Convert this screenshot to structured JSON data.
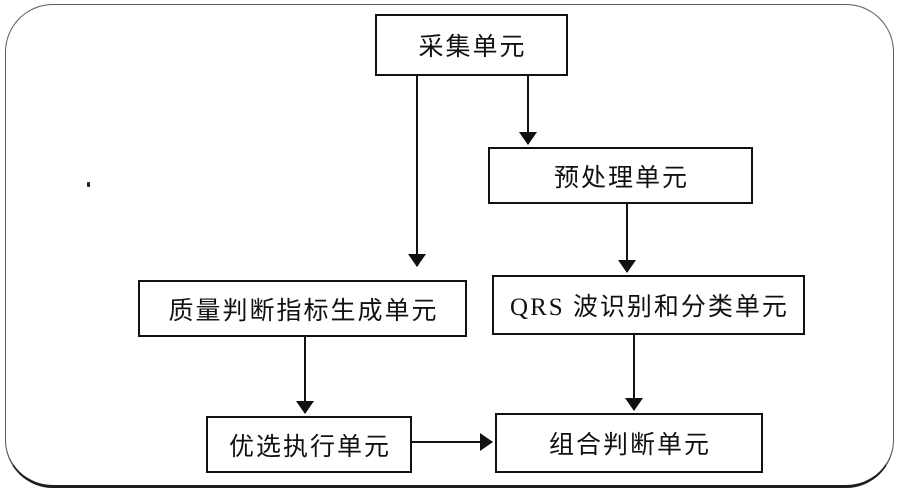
{
  "diagram": {
    "type": "flowchart",
    "background_color": "#ffffff",
    "line_color": "#111111",
    "frame_color": "#5a5a5a",
    "nodes": [
      {
        "id": "collection-unit",
        "label": "采集单元"
      },
      {
        "id": "preprocessing-unit",
        "label": "预处理单元"
      },
      {
        "id": "quality-index-generation-unit",
        "label": "质量判断指标生成单元"
      },
      {
        "id": "qrs-detection-classification-unit",
        "label": "QRS 波识别和分类单元"
      },
      {
        "id": "optimal-selection-execution-unit",
        "label": "优选执行单元"
      },
      {
        "id": "combined-judgment-unit",
        "label": "组合判断单元"
      }
    ],
    "edges": [
      {
        "from": "collection-unit",
        "to": "quality-index-generation-unit"
      },
      {
        "from": "collection-unit",
        "to": "preprocessing-unit"
      },
      {
        "from": "preprocessing-unit",
        "to": "qrs-detection-classification-unit"
      },
      {
        "from": "quality-index-generation-unit",
        "to": "optimal-selection-execution-unit"
      },
      {
        "from": "qrs-detection-classification-unit",
        "to": "combined-judgment-unit"
      },
      {
        "from": "optimal-selection-execution-unit",
        "to": "combined-judgment-unit"
      }
    ]
  }
}
